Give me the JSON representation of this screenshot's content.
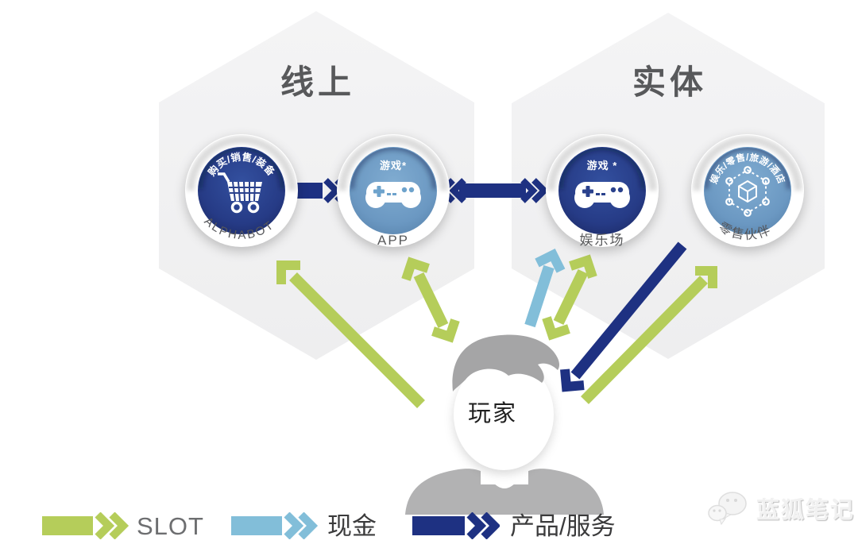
{
  "regions": {
    "online": {
      "label": "线上"
    },
    "physical": {
      "label": "实体"
    }
  },
  "nodes": {
    "alphabot": {
      "arc_label": "购买/销售/装备",
      "label": "ALPHABOT"
    },
    "app": {
      "arc_label": "游戏*",
      "label": "APP"
    },
    "casino": {
      "arc_label": "游戏 *",
      "label": "娱乐场"
    },
    "retail": {
      "arc_label": "娱乐/零售/旅游/酒店",
      "label": "零售伙伴"
    }
  },
  "player": {
    "label": "玩家"
  },
  "legend": {
    "slot": {
      "label": "SLOT",
      "color": "#b5cd5a"
    },
    "cash": {
      "label": "现金",
      "color": "#82bed9"
    },
    "products": {
      "label": "产品/服务",
      "color": "#1e3182"
    }
  },
  "watermark": {
    "label": "蓝狐笔记"
  },
  "colors": {
    "green_arrow": "#b5cd5a",
    "lightblue_arrow": "#82bed9",
    "navy_arrow": "#1e3182",
    "node_navy": "#2a418c",
    "node_steelblue": "#6ea3cc",
    "hexagon_fill": "#f2f2f3",
    "label_gray": "#58595b"
  }
}
